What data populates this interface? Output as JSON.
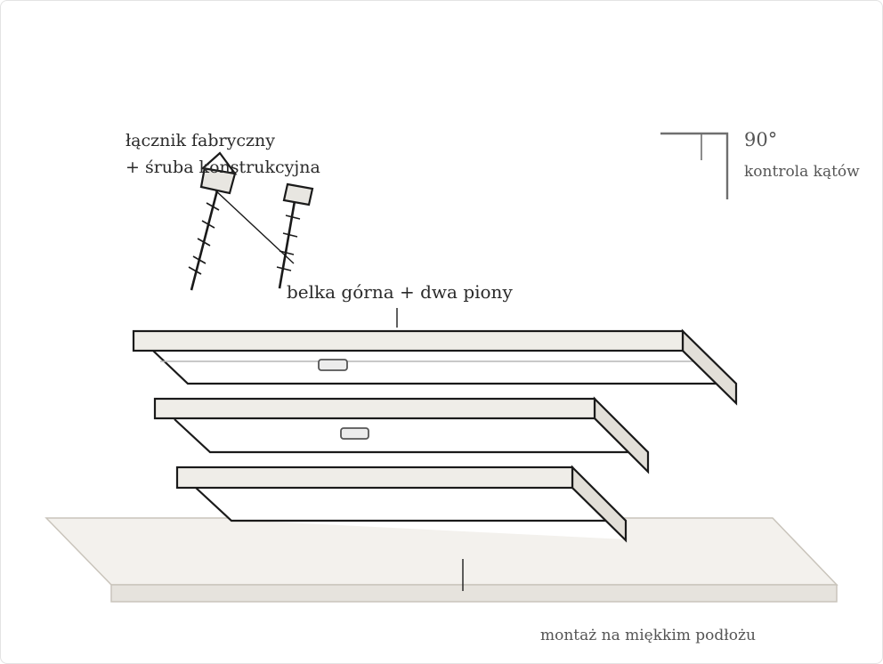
{
  "labels": {
    "connector_line1": "łącznik fabryczny",
    "connector_line2": "+ śruba konstrukcyjna",
    "angle_value": "90°",
    "angle_caption": "kontrola kątów",
    "frame_caption": "belka górna + dwa piony",
    "base_caption": "montaż na miękkim podłożu"
  },
  "colors": {
    "outline": "#1a1a1a",
    "board_top": "#efede8",
    "board_side": "#e2dfd8",
    "base_top": "#f3f1ed",
    "base_side": "#e6e3dd",
    "base_edge": "#c9c4bb",
    "gray_line": "#6f6f6f"
  }
}
